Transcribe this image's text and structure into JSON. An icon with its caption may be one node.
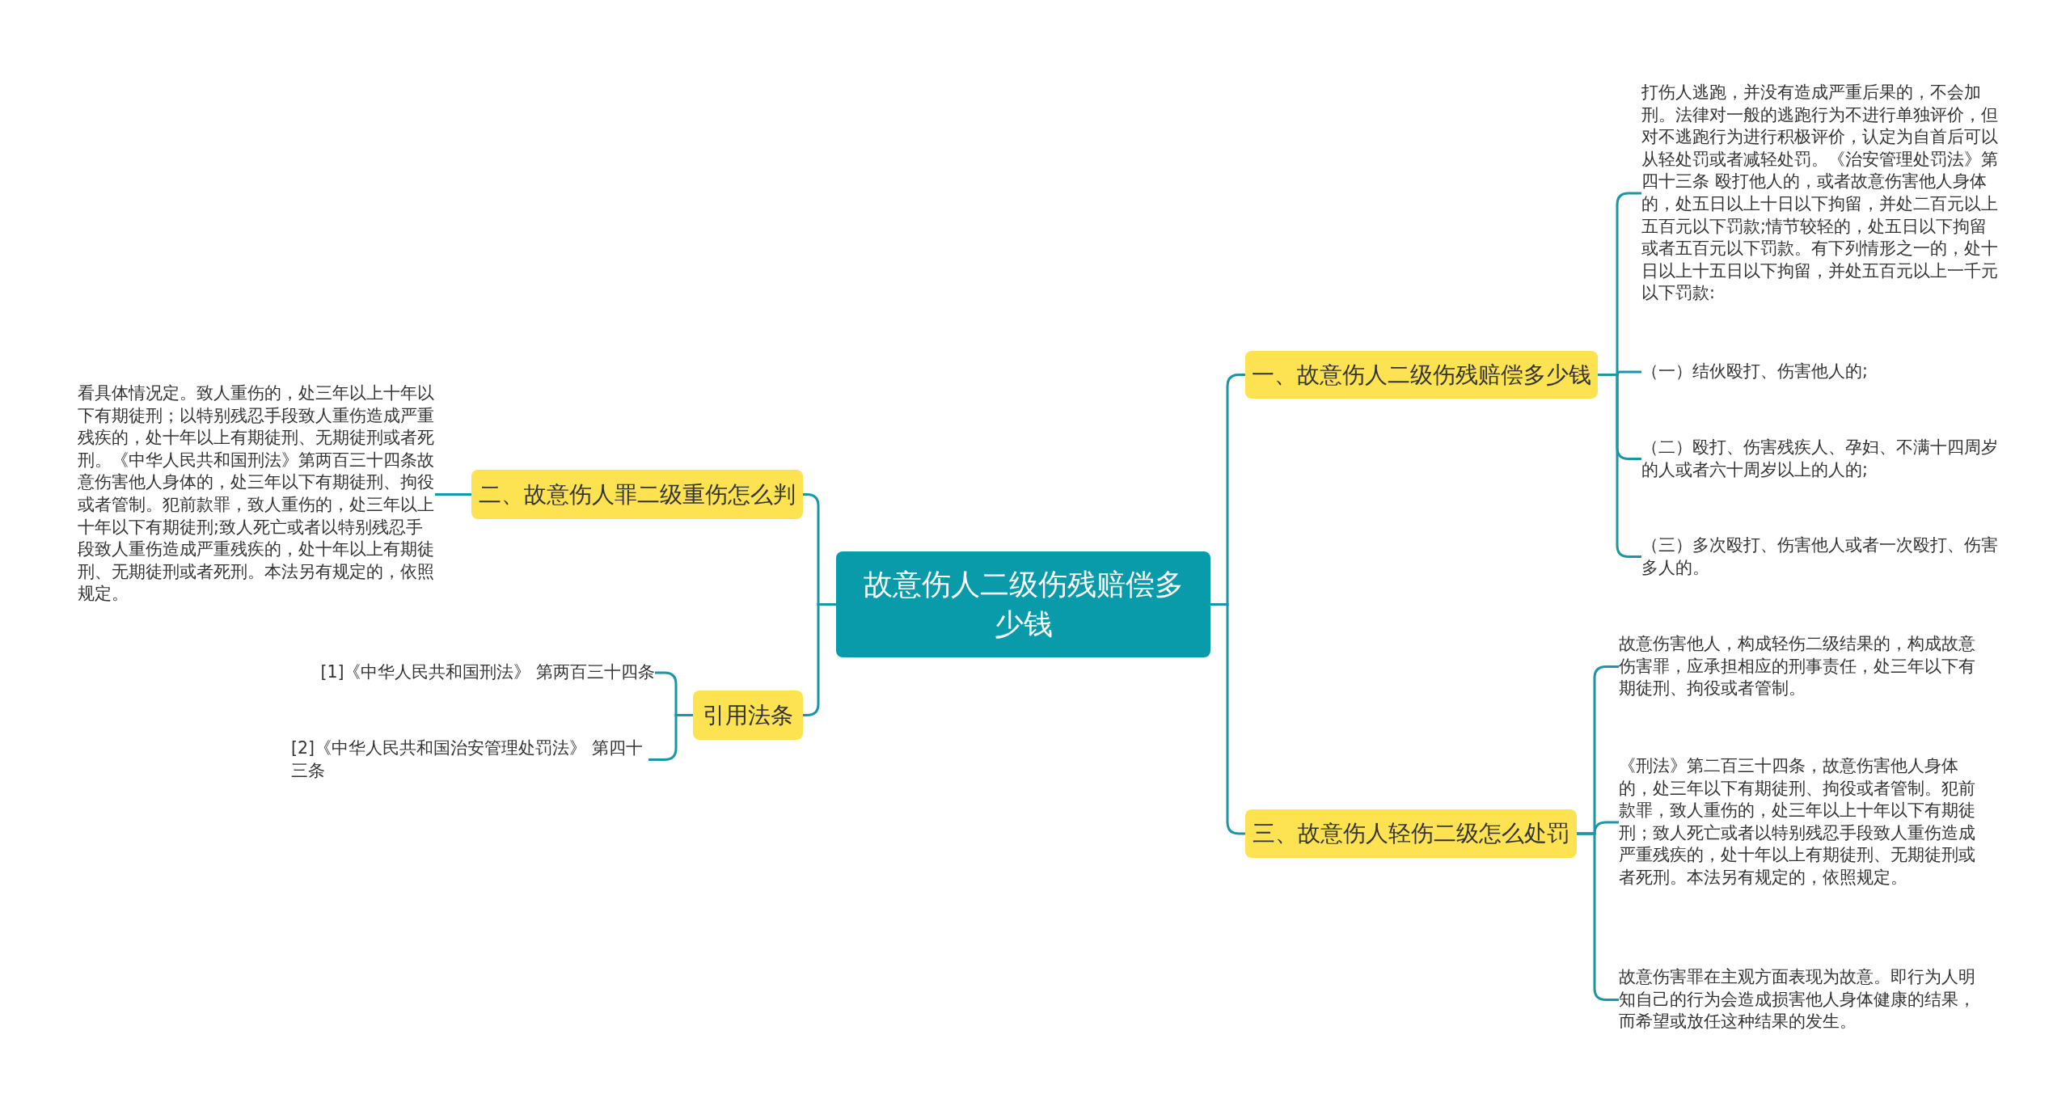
{
  "diagram": {
    "nodes": [
      {
        "text": [
          "故意伤人二级伤残赔偿多少钱"
        ]
      },
      {
        "text": [
          "一、故意伤人二级伤残赔偿多少钱"
        ]
      },
      {
        "text": [
          "打伤人逃跑，并没有造成严重后果的，不会加刑。法律对一般的逃跑行为不进行单独评价，但对不逃跑行为进行积极评价，认定为自首后可以从轻处罚或者减轻处罚。《治安管理处罚法》第四十三条 殴打他人的，或者故意伤害他人身体的，处五日以上十日以下拘留，并处二百元以上五百元以下罚款;情节较轻的，处五日以下拘留或者五百元以下罚款。有下列情形之一的，处十日以上十五日以下拘留，并处五百元以上一千元以下罚款:"
        ]
      },
      {
        "text": [
          "（一）结伙殴打、伤害他人的;"
        ]
      },
      {
        "text": [
          "（二）殴打、伤害残疾人、孕妇、不满十四周岁的人或者六十周岁以上的人的;"
        ]
      },
      {
        "text": [
          "（三）多次殴打、伤害他人或者一次殴打、伤害多人的。"
        ]
      },
      {
        "text": [
          "三、故意伤人轻伤二级怎么处罚"
        ]
      },
      {
        "text": [
          "故意伤害他人，构成轻伤二级结果的，构成故意伤害罪，应承担相应的刑事责任，处三年以下有期徒刑、拘役或者管制。"
        ]
      },
      {
        "text": [
          "《刑法》第二百三十四条，故意伤害他人身体的，处三年以下有期徒刑、拘役或者管制。犯前款罪，致人重伤的，处三年以上十年以下有期徒刑；致人死亡或者以特别残忍手段致人重伤造成严重残疾的，处十年以上有期徒刑、无期徒刑或者死刑。本法另有规定的，依照规定。"
        ]
      },
      {
        "text": [
          "故意伤害罪在主观方面表现为故意。即行为人明知自己的行为会造成损害他人身体健康的结果，而希望或放任这种结果的发生。"
        ]
      },
      {
        "text": [
          "二、故意伤人罪二级重伤怎么判"
        ]
      },
      {
        "text": [
          "看具体情况定。致人重伤的，处三年以上十年以下有期徒刑；以特别残忍手段致人重伤造成严重残疾的，处十年以上有期徒刑、无期徒刑或者死刑。《中华人民共和国刑法》第两百三十四条故意伤害他人身体的，处三年以下有期徒刑、拘役或者管制。犯前款罪，致人重伤的，处三年以上十年以下有期徒刑;致人死亡或者以特别残忍手段致人重伤造成严重残疾的，处十年以上有期徒刑、无期徒刑或者死刑。本法另有规定的，依照规定。"
        ]
      },
      {
        "text": [
          "引用法条"
        ]
      },
      {
        "text": [
          "[1]《中华人民共和国刑法》 第两百三十四条"
        ]
      },
      {
        "text": [
          "[2]《中华人民共和国治安管理处罚法》 第四十三条"
        ]
      }
    ],
    "edges": [
      {
        "from": 0,
        "to": 1,
        "arrow": "none"
      },
      {
        "from": 1,
        "to": 2,
        "arrow": "none"
      },
      {
        "from": 1,
        "to": 3,
        "arrow": "none"
      },
      {
        "from": 1,
        "to": 4,
        "arrow": "none"
      },
      {
        "from": 1,
        "to": 5,
        "arrow": "none"
      },
      {
        "from": 0,
        "to": 6,
        "arrow": "none"
      },
      {
        "from": 6,
        "to": 7,
        "arrow": "none"
      },
      {
        "from": 6,
        "to": 8,
        "arrow": "none"
      },
      {
        "from": 6,
        "to": 9,
        "arrow": "none"
      },
      {
        "from": 0,
        "to": 10,
        "arrow": "none"
      },
      {
        "from": 10,
        "to": 11,
        "arrow": "none"
      },
      {
        "from": 0,
        "to": 12,
        "arrow": "none"
      },
      {
        "from": 12,
        "to": 13,
        "arrow": "none"
      },
      {
        "from": 12,
        "to": 14,
        "arrow": "none"
      }
    ]
  }
}
